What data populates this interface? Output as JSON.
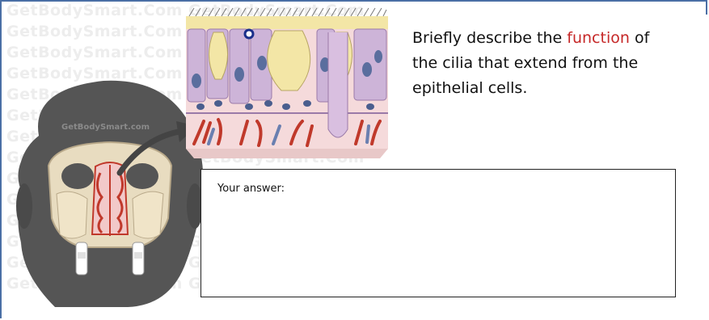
{
  "watermark": {
    "text": "GetBodySmart.Com GetBodySmart.Com",
    "inline_text": "GetBodySmart.com"
  },
  "question": {
    "before": "Briefly describe the",
    "highlight": "function",
    "after": "of the cilia that extend from the epithelial cells."
  },
  "answer": {
    "label": "Your answer:"
  },
  "colors": {
    "frame": "#4a6fa5",
    "highlight": "#c62828",
    "skull": "#e8dcc0",
    "head": "#555555",
    "cells": "#cdb4d8",
    "mucus": "#f3e6a6",
    "vessel_red": "#c0392b",
    "vessel_blue": "#6a7fb0"
  }
}
